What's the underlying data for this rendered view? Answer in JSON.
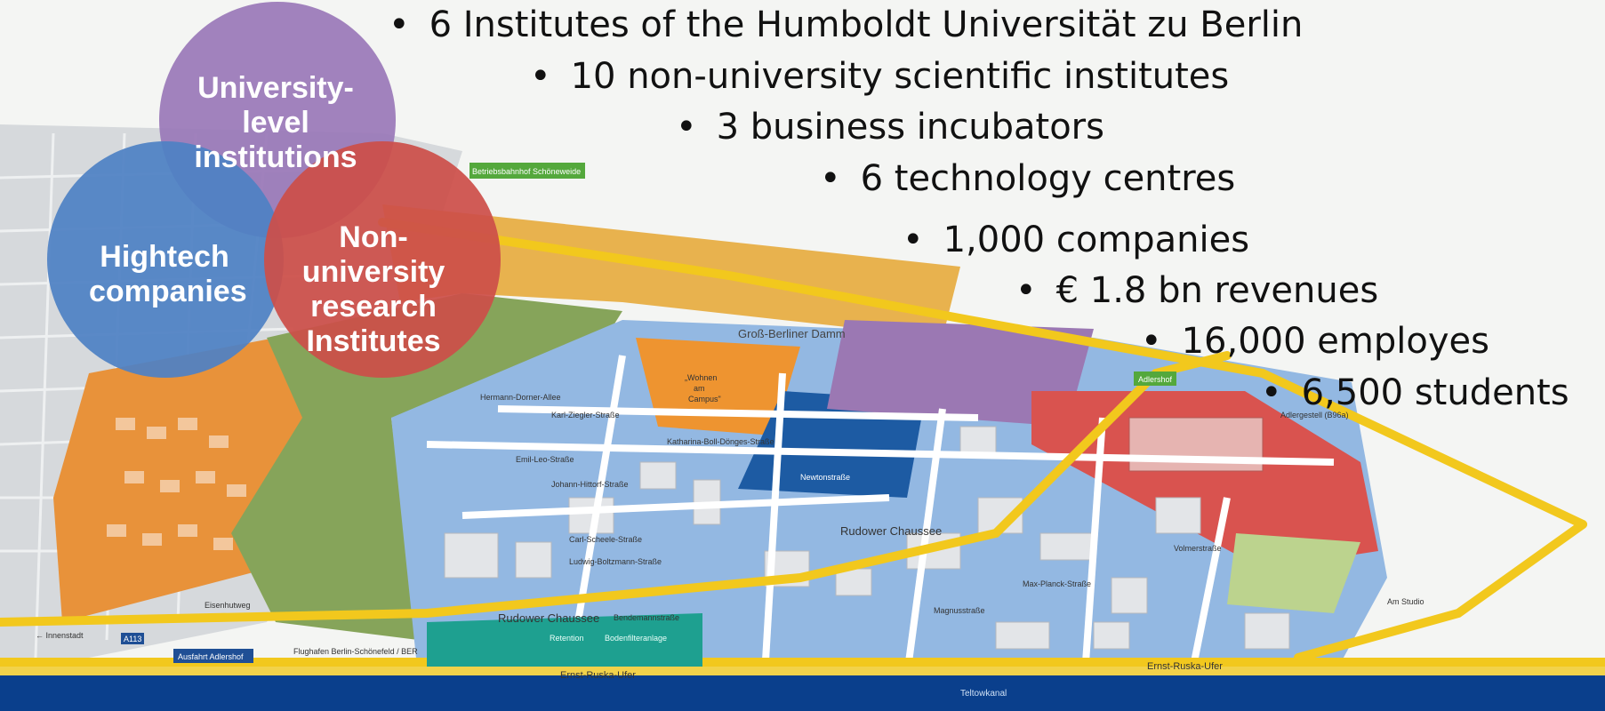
{
  "bullets": [
    "6 Institutes of the Humboldt Universität zu Berlin",
    "10 non-university scientific institutes",
    "3 business incubators",
    "6 technology centres",
    "1,000 companies",
    "€ 1.8 bn revenues",
    "16,000 employes",
    "6,500 students"
  ],
  "venn": {
    "university": "University-\nlevel\ninstitutions",
    "hightech": "Hightech\ncompanies",
    "nonuniversity": "Non-\nuniversity\nresearch\nInstitutes",
    "colors": {
      "university": "#9a78b8",
      "hightech": "#4f81c4",
      "nonuniversity": "#cc4f49"
    }
  },
  "map_labels": {
    "betriebsbahnhof": "Betriebsbahnhof Schöneweide",
    "adlershof_station": "Adlershof",
    "gross_berliner_damm": "Groß-Berliner Damm",
    "rudower_chaussee": "Rudower Chaussee",
    "rudower_chaussee_2": "Rudower Chaussee",
    "ernst_ruska_ufer": "Ernst-Ruska-Ufer",
    "ernst_ruska_ufer_2": "Ernst-Ruska-Ufer",
    "teltowkanal": "Teltowkanal",
    "ausfahrt": "Ausfahrt Adlershof",
    "a113": "A113",
    "innenstadt": "← Innenstadt",
    "flughafen": "Flughafen Berlin-Schönefeld / BER",
    "adlergestell": "Adlergestell (B96a)",
    "wohnen": "„Wohnen\nam\nCampus\"",
    "eisenhutweg": "Eisenhutweg",
    "retention": "Retention",
    "bodenfilteranlage": "Bodenfilteranlage",
    "bendemannstr": "Bendemannstraße",
    "magnusstr": "Magnusstraße",
    "max_planck": "Max-Planck-Straße",
    "carl_scheele": "Carl-Scheele-Straße",
    "ludwig_boltzmann": "Ludwig-Boltzmann-Straße",
    "johann_hittorf": "Johann-Hittorf-Straße",
    "emil_leo": "Emil-Leo-Straße",
    "hermann_dorner": "Hermann-Dorner-Allee",
    "karl_ziegler": "Karl-Ziegler-Straße",
    "katharina_boll": "Katharina-Boll-Dönges-Straße",
    "newtonstr": "Newtonstraße",
    "volmerstr": "Volmerstraße",
    "am_studio": "Am Studio"
  },
  "colors": {
    "sky": "#f2f3f1",
    "residential": "#d4d7da",
    "green": "#86a45a",
    "orange_zone": "#e89a3c",
    "blue_zone": "#8fb4df",
    "darkblue": "#1d5ba3",
    "purple": "#9b78b3",
    "red": "#d9534f",
    "road_yellow": "#f2c81d",
    "teal": "#1ea090",
    "canal": "#0a3f8c"
  }
}
